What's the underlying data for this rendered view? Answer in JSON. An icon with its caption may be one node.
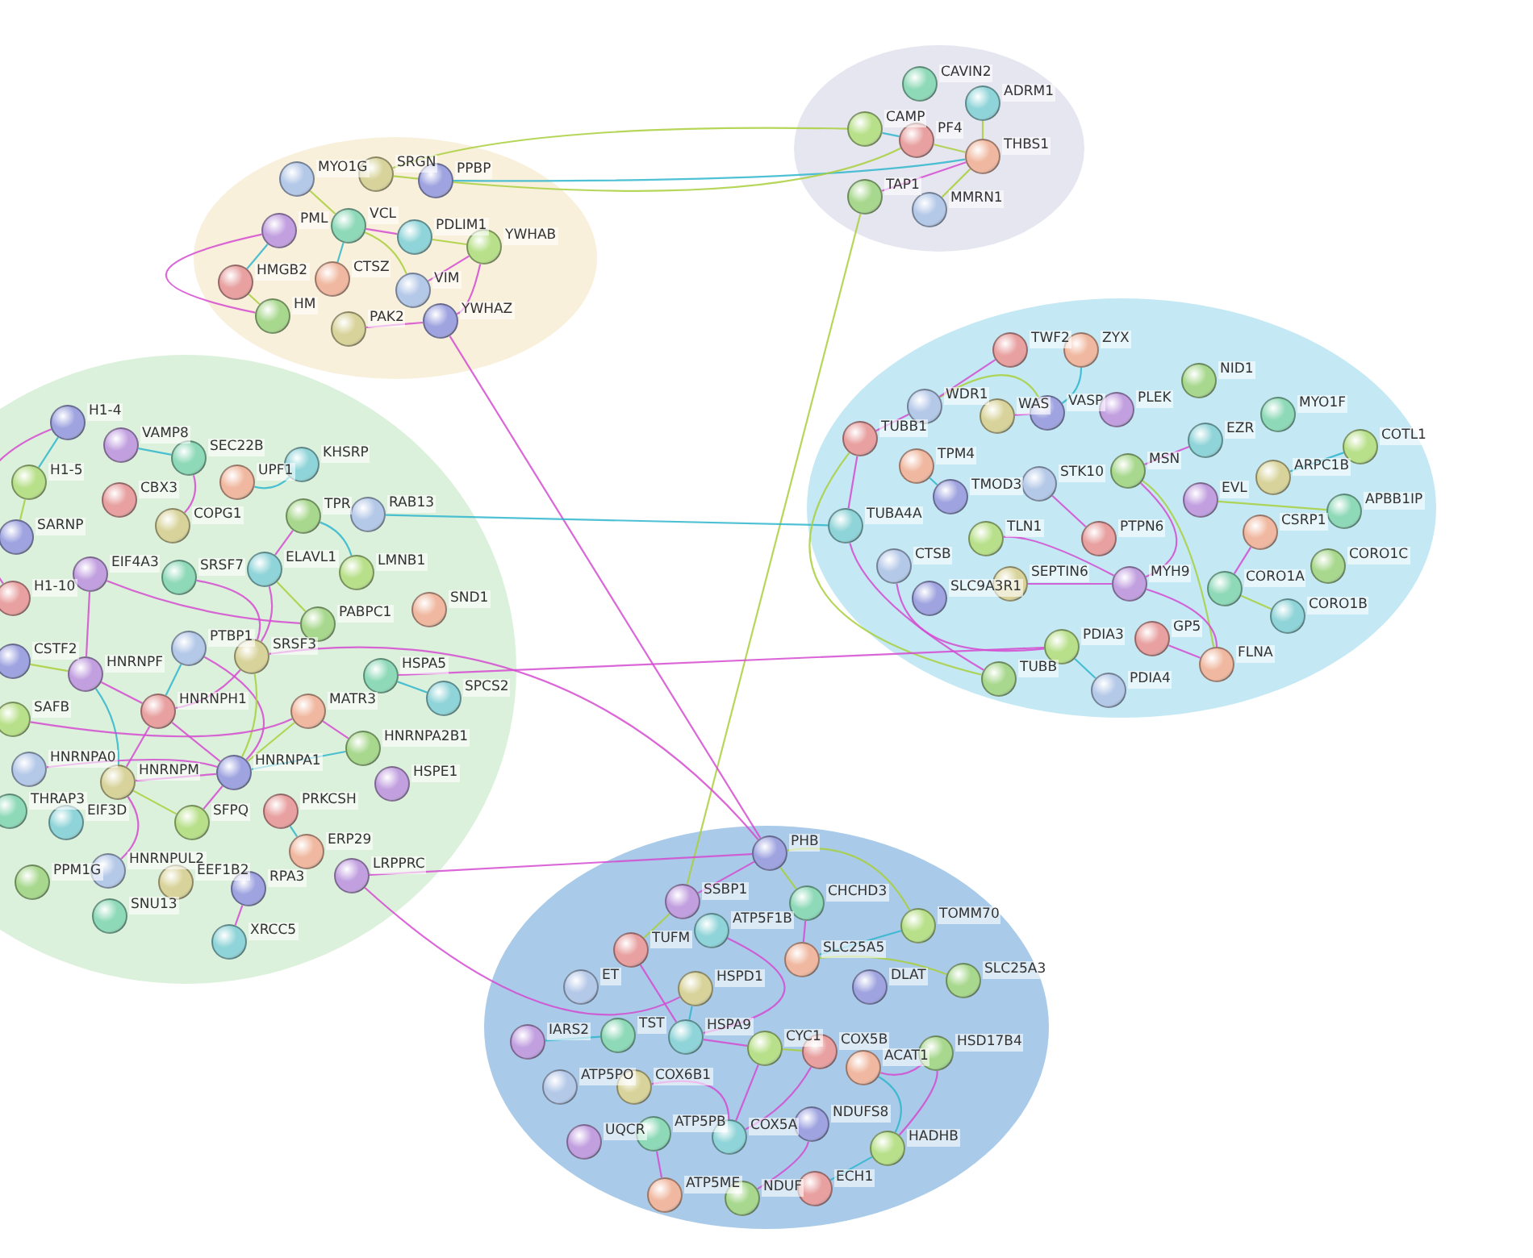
{
  "diagram": {
    "nodes": [
      {
        "text": [],
        "shape": "ellipse"
      },
      {
        "text": [
          "MYO1G"
        ],
        "in": 0
      },
      {
        "text": [
          "SRGN"
        ],
        "in": 0
      },
      {
        "text": [
          "PPBP"
        ],
        "in": 0
      },
      {
        "text": [
          "PML"
        ],
        "in": 0
      },
      {
        "text": [
          "VCL"
        ],
        "in": 0
      },
      {
        "text": [
          "PDLIM1"
        ],
        "in": 0
      },
      {
        "text": [
          "YWHAB"
        ],
        "in": 0
      },
      {
        "text": [
          "HMGB2"
        ],
        "in": 0
      },
      {
        "text": [
          "CTSZ"
        ],
        "in": 0
      },
      {
        "text": [
          "HM"
        ],
        "in": 0
      },
      {
        "text": [
          "VIM"
        ],
        "in": 0
      },
      {
        "text": [
          "PAK2"
        ],
        "in": 0
      },
      {
        "text": [
          "YWHAZ"
        ],
        "in": 0
      },
      {
        "text": [],
        "shape": "ellipse"
      },
      {
        "text": [
          "CAVIN2"
        ],
        "in": 14
      },
      {
        "text": [
          "ADRM1"
        ],
        "in": 14
      },
      {
        "text": [
          "CAMP"
        ],
        "in": 14
      },
      {
        "text": [
          "PF4"
        ],
        "in": 14
      },
      {
        "text": [
          "THBS1"
        ],
        "in": 14
      },
      {
        "text": [
          "TAP1"
        ],
        "in": 14
      },
      {
        "text": [
          "MMRN1"
        ],
        "in": 14
      },
      {
        "text": [],
        "shape": "ellipse"
      },
      {
        "text": [
          "H1-4"
        ],
        "in": 22
      },
      {
        "text": [
          "VAMP8"
        ],
        "in": 22
      },
      {
        "text": [
          "SEC22B"
        ],
        "in": 22
      },
      {
        "text": [
          "KHSRP"
        ],
        "in": 22
      },
      {
        "text": [
          "H1-5"
        ],
        "in": 22
      },
      {
        "text": [
          "CBX3"
        ],
        "in": 22
      },
      {
        "text": [
          "UPF1"
        ],
        "in": 22
      },
      {
        "text": [
          "TPR"
        ],
        "in": 22
      },
      {
        "text": [
          "RAB13"
        ],
        "in": 22
      },
      {
        "text": [
          "COPG1"
        ],
        "in": 22
      },
      {
        "text": [
          "SARNP"
        ],
        "in": 22
      },
      {
        "text": [
          "EIF4A3"
        ],
        "in": 22
      },
      {
        "text": [
          "SRSF7"
        ],
        "in": 22
      },
      {
        "text": [
          "ELAVL1"
        ],
        "in": 22
      },
      {
        "text": [
          "LMNB1"
        ],
        "in": 22
      },
      {
        "text": [
          "H1-10"
        ],
        "in": 22
      },
      {
        "text": [
          "SND1"
        ],
        "in": 22
      },
      {
        "text": [
          "PABPC1"
        ],
        "in": 22
      },
      {
        "text": [
          "PTBP1"
        ],
        "in": 22
      },
      {
        "text": [
          "SRSF3"
        ],
        "in": 22
      },
      {
        "text": [
          "CSTF2"
        ],
        "in": 22
      },
      {
        "text": [
          "HNRNPF"
        ],
        "in": 22
      },
      {
        "text": [
          "HSPA5"
        ],
        "in": 22
      },
      {
        "text": [
          "SPCS2"
        ],
        "in": 22
      },
      {
        "text": [
          "SAFB"
        ],
        "in": 22
      },
      {
        "text": [
          "HNRNPH1"
        ],
        "in": 22
      },
      {
        "text": [
          "MATR3"
        ],
        "in": 22
      },
      {
        "text": [
          "HNRNPA2B1"
        ],
        "in": 22
      },
      {
        "text": [
          "HNRNPA0"
        ],
        "in": 22
      },
      {
        "text": [
          "HNRNPM"
        ],
        "in": 22
      },
      {
        "text": [
          "HNRNPA1"
        ],
        "in": 22
      },
      {
        "text": [
          "HSPE1"
        ],
        "in": 22
      },
      {
        "text": [
          "THRAP3"
        ],
        "in": 22
      },
      {
        "text": [
          "EIF3D"
        ],
        "in": 22
      },
      {
        "text": [
          "SFPQ"
        ],
        "in": 22
      },
      {
        "text": [
          "PRKCSH"
        ],
        "in": 22
      },
      {
        "text": [
          "ERP29"
        ],
        "in": 22
      },
      {
        "text": [
          "PPM1G"
        ],
        "in": 22
      },
      {
        "text": [
          "HNRNPUL2"
        ],
        "in": 22
      },
      {
        "text": [
          "EEF1B2"
        ],
        "in": 22
      },
      {
        "text": [
          "RPA3"
        ],
        "in": 22
      },
      {
        "text": [
          "LRPPRC"
        ],
        "in": 22
      },
      {
        "text": [
          "SNU13"
        ],
        "in": 22
      },
      {
        "text": [
          "XRCC5"
        ],
        "in": 22
      },
      {
        "text": [],
        "shape": "ellipse"
      },
      {
        "text": [
          "TWF2"
        ],
        "in": 67
      },
      {
        "text": [
          "ZYX"
        ],
        "in": 67
      },
      {
        "text": [
          "NID1"
        ],
        "in": 67
      },
      {
        "text": [
          "WDR1"
        ],
        "in": 67
      },
      {
        "text": [
          "WAS"
        ],
        "in": 67
      },
      {
        "text": [
          "VASP"
        ],
        "in": 67
      },
      {
        "text": [
          "PLEK"
        ],
        "in": 67
      },
      {
        "text": [
          "MYO1F"
        ],
        "in": 67
      },
      {
        "text": [
          "EZR"
        ],
        "in": 67
      },
      {
        "text": [
          "COTL1"
        ],
        "in": 67
      },
      {
        "text": [
          "TUBB1"
        ],
        "in": 67
      },
      {
        "text": [
          "TPM4"
        ],
        "in": 67
      },
      {
        "text": [
          "MSN"
        ],
        "in": 67
      },
      {
        "text": [
          "STK10"
        ],
        "in": 67
      },
      {
        "text": [
          "ARPC1B"
        ],
        "in": 67
      },
      {
        "text": [
          "TMOD3"
        ],
        "in": 67
      },
      {
        "text": [
          "EVL"
        ],
        "in": 67
      },
      {
        "text": [
          "APBB1IP"
        ],
        "in": 67
      },
      {
        "text": [
          "TUBA4A"
        ],
        "in": 67
      },
      {
        "text": [
          "TLN1"
        ],
        "in": 67
      },
      {
        "text": [
          "PTPN6"
        ],
        "in": 67
      },
      {
        "text": [
          "CSRP1"
        ],
        "in": 67
      },
      {
        "text": [
          "CORO1C"
        ],
        "in": 67
      },
      {
        "text": [
          "CTSB"
        ],
        "in": 67
      },
      {
        "text": [
          "SEPTIN6"
        ],
        "in": 67
      },
      {
        "text": [
          "SLC9A3R1"
        ],
        "in": 67
      },
      {
        "text": [
          "MYH9"
        ],
        "in": 67
      },
      {
        "text": [
          "CORO1A"
        ],
        "in": 67
      },
      {
        "text": [
          "CORO1B"
        ],
        "in": 67
      },
      {
        "text": [
          "PDIA3"
        ],
        "in": 67
      },
      {
        "text": [
          "GP5"
        ],
        "in": 67
      },
      {
        "text": [
          "FLNA"
        ],
        "in": 67
      },
      {
        "text": [
          "TUBB"
        ],
        "in": 67
      },
      {
        "text": [
          "PDIA4"
        ],
        "in": 67
      },
      {
        "text": [],
        "shape": "ellipse"
      },
      {
        "text": [
          "PHB"
        ],
        "in": 102
      },
      {
        "text": [
          "SSBP1"
        ],
        "in": 102
      },
      {
        "text": [
          "CHCHD3"
        ],
        "in": 102
      },
      {
        "text": [
          "ATP5F1B"
        ],
        "in": 102
      },
      {
        "text": [
          "TOMM70"
        ],
        "in": 102
      },
      {
        "text": [
          "TUFM"
        ],
        "in": 102
      },
      {
        "text": [
          "SLC25A5"
        ],
        "in": 102
      },
      {
        "text": [
          "SLC25A3"
        ],
        "in": 102
      },
      {
        "text": [
          "ET"
        ],
        "in": 102
      },
      {
        "text": [
          "HSPD1"
        ],
        "in": 102
      },
      {
        "text": [
          "DLAT"
        ],
        "in": 102
      },
      {
        "text": [
          "IARS2"
        ],
        "in": 102
      },
      {
        "text": [
          "TST"
        ],
        "in": 102
      },
      {
        "text": [
          "HSPA9"
        ],
        "in": 102
      },
      {
        "text": [
          "CYC1"
        ],
        "in": 102
      },
      {
        "text": [
          "COX5B"
        ],
        "in": 102
      },
      {
        "text": [
          "ACAT1"
        ],
        "in": 102
      },
      {
        "text": [
          "HSD17B4"
        ],
        "in": 102
      },
      {
        "text": [
          "ATP5PO"
        ],
        "in": 102
      },
      {
        "text": [
          "COX6B1"
        ],
        "in": 102
      },
      {
        "text": [
          "NDUFS8"
        ],
        "in": 102
      },
      {
        "text": [
          "UQCR"
        ],
        "in": 102
      },
      {
        "text": [
          "ATP5PB"
        ],
        "in": 102
      },
      {
        "text": [
          "COX5A"
        ],
        "in": 102
      },
      {
        "text": [
          "HADHB"
        ],
        "in": 102
      },
      {
        "text": [
          "ECH1"
        ],
        "in": 102
      },
      {
        "text": [
          "ATP5ME"
        ],
        "in": 102
      },
      {
        "text": [
          "NDUF"
        ],
        "in": 102
      }
    ],
    "edges": [
      {
        "from": 7,
        "to": 13,
        "arrow": "none"
      },
      {
        "from": 7,
        "to": 6,
        "arrow": "none",
        "color": "#a9cf3c"
      },
      {
        "from": 7,
        "to": 11,
        "arrow": "none"
      },
      {
        "from": 13,
        "to": 12,
        "arrow": "none"
      },
      {
        "from": 5,
        "to": 6,
        "arrow": "none"
      },
      {
        "from": 5,
        "to": 11,
        "arrow": "none",
        "color": "#a9cf3c"
      },
      {
        "from": 5,
        "to": 9,
        "arrow": "none",
        "color": "#2fb6cc"
      },
      {
        "from": 4,
        "to": 8,
        "arrow": "none",
        "color": "#2fb6cc"
      },
      {
        "from": 4,
        "to": 10,
        "arrow": "none"
      },
      {
        "from": 8,
        "to": 10,
        "arrow": "none",
        "color": "#a9cf3c"
      },
      {
        "from": 1,
        "to": 5,
        "arrow": "none",
        "color": "#a9cf3c"
      },
      {
        "from": 2,
        "to": 3,
        "arrow": "none",
        "color": "#a9cf3c"
      },
      {
        "from": 3,
        "to": 19,
        "arrow": "none",
        "color": "#2fb6cc"
      },
      {
        "from": 3,
        "to": 18,
        "arrow": "none",
        "color": "#a9cf3c"
      },
      {
        "from": 2,
        "to": 17,
        "arrow": "none",
        "color": "#a9cf3c"
      },
      {
        "from": 18,
        "to": 19,
        "arrow": "none",
        "color": "#a9cf3c"
      },
      {
        "from": 16,
        "to": 19,
        "arrow": "none",
        "color": "#a9cf3c"
      },
      {
        "from": 17,
        "to": 18,
        "arrow": "none",
        "color": "#2fb6cc"
      },
      {
        "from": 19,
        "to": 21,
        "arrow": "none",
        "color": "#a9cf3c"
      },
      {
        "from": 20,
        "to": 19,
        "arrow": "none"
      },
      {
        "from": 20,
        "to": 104,
        "arrow": "none",
        "color": "#a9cf3c"
      },
      {
        "from": 13,
        "to": 103,
        "arrow": "none"
      },
      {
        "from": 34,
        "to": 44,
        "arrow": "none"
      },
      {
        "from": 35,
        "to": 42,
        "arrow": "none"
      },
      {
        "from": 36,
        "to": 42,
        "arrow": "none"
      },
      {
        "from": 41,
        "to": 48,
        "arrow": "none",
        "color": "#2fb6cc"
      },
      {
        "from": 41,
        "to": 53,
        "arrow": "none"
      },
      {
        "from": 42,
        "to": 48,
        "arrow": "none"
      },
      {
        "from": 42,
        "to": 53,
        "arrow": "none",
        "color": "#a9cf3c"
      },
      {
        "from": 44,
        "to": 48,
        "arrow": "none"
      },
      {
        "from": 44,
        "to": 52,
        "arrow": "none",
        "color": "#2fb6cc"
      },
      {
        "from": 48,
        "to": 52,
        "arrow": "none"
      },
      {
        "from": 48,
        "to": 53,
        "arrow": "none"
      },
      {
        "from": 49,
        "to": 53,
        "arrow": "none",
        "color": "#a9cf3c"
      },
      {
        "from": 49,
        "to": 50,
        "arrow": "none"
      },
      {
        "from": 50,
        "to": 53,
        "arrow": "none",
        "color": "#2fb6cc"
      },
      {
        "from": 52,
        "to": 53,
        "arrow": "none"
      },
      {
        "from": 57,
        "to": 53,
        "arrow": "none"
      },
      {
        "from": 57,
        "to": 52,
        "arrow": "none",
        "color": "#a9cf3c"
      },
      {
        "from": 61,
        "to": 52,
        "arrow": "none"
      },
      {
        "from": 29,
        "to": 26,
        "arrow": "none",
        "color": "#2fb6cc"
      },
      {
        "from": 30,
        "to": 36,
        "arrow": "none"
      },
      {
        "from": 40,
        "to": 36,
        "arrow": "none",
        "color": "#a9cf3c"
      },
      {
        "from": 40,
        "to": 34,
        "arrow": "none"
      },
      {
        "from": 37,
        "to": 30,
        "arrow": "none",
        "color": "#2fb6cc"
      },
      {
        "from": 23,
        "to": 27,
        "arrow": "none",
        "color": "#2fb6cc"
      },
      {
        "from": 23,
        "to": 38,
        "arrow": "none"
      },
      {
        "from": 27,
        "to": 33,
        "arrow": "none",
        "color": "#a9cf3c"
      },
      {
        "from": 43,
        "to": 44,
        "arrow": "none",
        "color": "#a9cf3c"
      },
      {
        "from": 47,
        "to": 49,
        "arrow": "none"
      },
      {
        "from": 51,
        "to": 53,
        "arrow": "none"
      },
      {
        "from": 63,
        "to": 66,
        "arrow": "none"
      },
      {
        "from": 58,
        "to": 59,
        "arrow": "none",
        "color": "#2fb6cc"
      },
      {
        "from": 45,
        "to": 46,
        "arrow": "none",
        "color": "#2fb6cc"
      },
      {
        "from": 64,
        "to": 103,
        "arrow": "none"
      },
      {
        "from": 64,
        "to": 112,
        "arrow": "none"
      },
      {
        "from": 25,
        "to": 24,
        "arrow": "none",
        "color": "#2fb6cc"
      },
      {
        "from": 25,
        "to": 32,
        "arrow": "none"
      },
      {
        "from": 31,
        "to": 86,
        "arrow": "none",
        "color": "#2fb6cc"
      },
      {
        "from": 71,
        "to": 78,
        "arrow": "none"
      },
      {
        "from": 71,
        "to": 73,
        "arrow": "none",
        "color": "#a9cf3c"
      },
      {
        "from": 72,
        "to": 73,
        "arrow": "none"
      },
      {
        "from": 73,
        "to": 69,
        "arrow": "none",
        "color": "#2fb6cc"
      },
      {
        "from": 68,
        "to": 71,
        "arrow": "none"
      },
      {
        "from": 80,
        "to": 76,
        "arrow": "none"
      },
      {
        "from": 80,
        "to": 94,
        "arrow": "none"
      },
      {
        "from": 80,
        "to": 99,
        "arrow": "none",
        "color": "#a9cf3c"
      },
      {
        "from": 87,
        "to": 94,
        "arrow": "none"
      },
      {
        "from": 78,
        "to": 86,
        "arrow": "none"
      },
      {
        "from": 78,
        "to": 100,
        "arrow": "none",
        "color": "#a9cf3c"
      },
      {
        "from": 86,
        "to": 100,
        "arrow": "none"
      },
      {
        "from": 79,
        "to": 83,
        "arrow": "none",
        "color": "#2fb6cc"
      },
      {
        "from": 94,
        "to": 99,
        "arrow": "none"
      },
      {
        "from": 95,
        "to": 96,
        "arrow": "none",
        "color": "#a9cf3c"
      },
      {
        "from": 95,
        "to": 89,
        "arrow": "none"
      },
      {
        "from": 98,
        "to": 99,
        "arrow": "none"
      },
      {
        "from": 97,
        "to": 101,
        "arrow": "none",
        "color": "#2fb6cc"
      },
      {
        "from": 92,
        "to": 94,
        "arrow": "none"
      },
      {
        "from": 81,
        "to": 88,
        "arrow": "none"
      },
      {
        "from": 85,
        "to": 84,
        "arrow": "none",
        "color": "#a9cf3c"
      },
      {
        "from": 77,
        "to": 82,
        "arrow": "none",
        "color": "#2fb6cc"
      },
      {
        "from": 91,
        "to": 97,
        "arrow": "none"
      },
      {
        "from": 97,
        "to": 45,
        "arrow": "none"
      },
      {
        "from": 103,
        "to": 105,
        "arrow": "none",
        "color": "#a9cf3c"
      },
      {
        "from": 103,
        "to": 104,
        "arrow": "none"
      },
      {
        "from": 103,
        "to": 107,
        "arrow": "none",
        "color": "#a9cf3c"
      },
      {
        "from": 106,
        "to": 116,
        "arrow": "none"
      },
      {
        "from": 108,
        "to": 116,
        "arrow": "none"
      },
      {
        "from": 112,
        "to": 116,
        "arrow": "none",
        "color": "#2fb6cc"
      },
      {
        "from": 116,
        "to": 117,
        "arrow": "none"
      },
      {
        "from": 117,
        "to": 126,
        "arrow": "none"
      },
      {
        "from": 117,
        "to": 118,
        "arrow": "none",
        "color": "#a9cf3c"
      },
      {
        "from": 118,
        "to": 126,
        "arrow": "none"
      },
      {
        "from": 122,
        "to": 126,
        "arrow": "none"
      },
      {
        "from": 125,
        "to": 129,
        "arrow": "none"
      },
      {
        "from": 119,
        "to": 127,
        "arrow": "none",
        "color": "#2fb6cc"
      },
      {
        "from": 120,
        "to": 127,
        "arrow": "none"
      },
      {
        "from": 127,
        "to": 128,
        "arrow": "none",
        "color": "#2fb6cc"
      },
      {
        "from": 119,
        "to": 120,
        "arrow": "none"
      },
      {
        "from": 109,
        "to": 110,
        "arrow": "none",
        "color": "#a9cf3c"
      },
      {
        "from": 107,
        "to": 109,
        "arrow": "none",
        "color": "#2fb6cc"
      },
      {
        "from": 123,
        "to": 130,
        "arrow": "none"
      },
      {
        "from": 115,
        "to": 114,
        "arrow": "none",
        "color": "#2fb6cc"
      },
      {
        "from": 105,
        "to": 109,
        "arrow": "none"
      },
      {
        "from": 108,
        "to": 104,
        "arrow": "none",
        "color": "#a9cf3c"
      },
      {
        "from": 42,
        "to": 103,
        "arrow": "none"
      }
    ]
  }
}
